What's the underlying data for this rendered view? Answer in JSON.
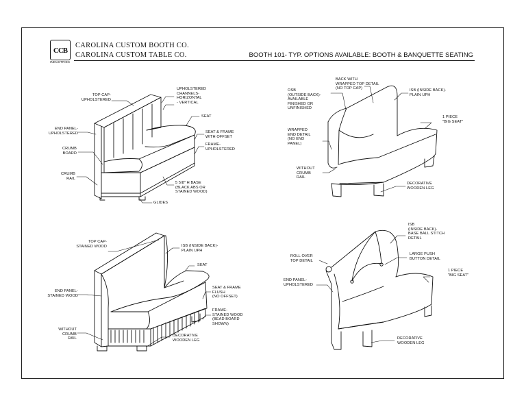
{
  "header": {
    "logo_text": "CCB",
    "logo_subtext": "INDUSTRIES",
    "company_1": "CAROLINA CUSTOM BOOTH CO.",
    "company_2": "CAROLINA CUSTOM TABLE CO.",
    "sheet_title": "BOOTH 101- TYP. OPTIONS AVAILABLE: BOOTH & BANQUETTE SEATING"
  },
  "panels": {
    "tl": {
      "top_cap": "TOP CAP-\nUPHOLSTERED",
      "channels": "UPHOLSTERED\nCHANNELS-\nHORIZONTAL\n- VERTICAL",
      "seat": "SEAT",
      "end_panel": "END PANEL-\nUPHOLSTERED",
      "seat_frame": "SEAT & FRAME\nWITH OFFSET",
      "crumb_board": "CRUMB\nBOARD",
      "frame": "FRAME-\nUPHOLSTERED",
      "crumb_rail": "CRUMB\nRAIL",
      "base": "5 5/8\" H BASE\n(BLACK ABS OR\nSTAINED WOOD)",
      "glides": "GLIDES"
    },
    "tr": {
      "back_wrapped": "BACK WITH\nWRAPPED TOP DETAIL\n(NO TOP CAP)",
      "osb": "OSB\n(OUTSIDE BACK)-\nAVAILABLE\nFINISHED OR\nUNFINISHED",
      "isb": "ISB (INSIDE BACK)-\nPLAIN UPH",
      "big_seat": "1 PIECE\n\"BIG SEAT\"",
      "wrapped_end": "WRAPPED\nEND DETAIL\n(NO END\nPANEL)",
      "without_crumb": "WITHOUT\nCRUMB\nRAIL",
      "dec_leg": "DECORATIVE\nWOODEN LEG"
    },
    "bl": {
      "top_cap": "TOP CAP-\nSTAINED WOOD",
      "isb": "ISB (INSIDE BACK)-\nPLAIN UPH",
      "seat": "SEAT",
      "end_panel": "END PANEL-\nSTAINED WOOD",
      "seat_frame": "SEAT & FRAME\nFLUSH\n(NO OFFSET)",
      "frame": "FRAME-\nSTAINED WOOD\n(BEAD BOARD\nSHOWN)",
      "without_crumb": "WITHOUT\nCRUMB\nRAIL",
      "dec_leg": "DECORATIVE\nWOODEN LEG"
    },
    "br": {
      "isb": "ISB\n(INSIDE BACK)-\nBASE BALL STITCH\nDETAIL",
      "roll_over": "ROLL OVER\nTOP DETAIL",
      "push_button": "LARGE PUSH\nBUTTON DETAIL",
      "big_seat": "1 PIECE\n\"BIG SEAT\"",
      "end_panel": "END PANEL-\nUPHOLSTERED",
      "dec_leg": "DECORATIVE\nWOODEN LEG"
    }
  }
}
